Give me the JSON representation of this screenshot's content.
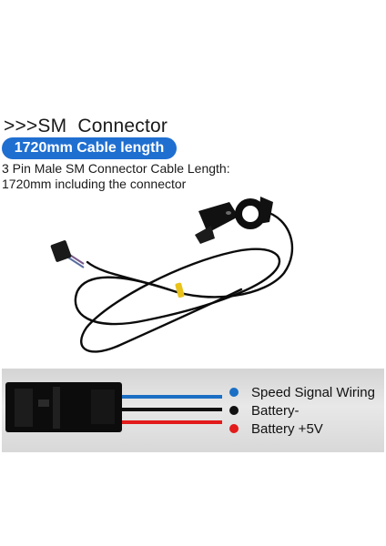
{
  "heading": ">>>SM  Connector",
  "badge": "1720mm Cable length",
  "description": {
    "line1": "3 Pin Male SM Connector Cable Length:",
    "line2": "1720mm including the connector"
  },
  "legend": [
    {
      "label": "Speed Signal Wiring",
      "color": "#1b6fc4"
    },
    {
      "label": "Battery-",
      "color": "#111111"
    },
    {
      "label": "Battery +5V",
      "color": "#e21b1b"
    }
  ],
  "colors": {
    "accent": "#1f6fd1",
    "wire_blue": "#1b6fc4",
    "wire_black": "#111111",
    "wire_red": "#e21b1b",
    "marker_band": "#e9c21a"
  }
}
